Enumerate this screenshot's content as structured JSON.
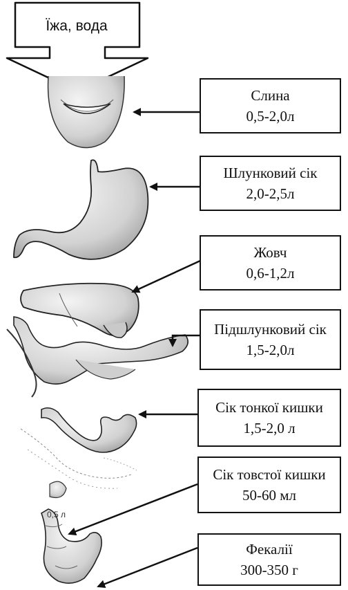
{
  "input_label": "Їжа, вода",
  "small_note": "0,5 л",
  "secretions": [
    {
      "name": "Слина",
      "amount": "0,5-2,0л",
      "organ": "mouth"
    },
    {
      "name": "Шлунковий сік",
      "amount": "2,0-2,5л",
      "organ": "stomach"
    },
    {
      "name": "Жовч",
      "amount": "0,6-1,2л",
      "organ": "liver"
    },
    {
      "name": "Підшлунковий сік",
      "amount": "1,5-2,0л",
      "organ": "pancreas"
    },
    {
      "name": "Сік тонкої кишки",
      "amount": "1,5-2,0 л",
      "organ": "small-intestine"
    },
    {
      "name": "Сік товстої кишки",
      "amount": "50-60 мл",
      "organ": "large-intestine"
    },
    {
      "name": "Фекалії",
      "amount": "300-350 г",
      "organ": "rectum"
    }
  ],
  "colors": {
    "line": "#111111",
    "organ_fill": "#e6e6e6",
    "organ_shade": "#bdbdbd"
  }
}
